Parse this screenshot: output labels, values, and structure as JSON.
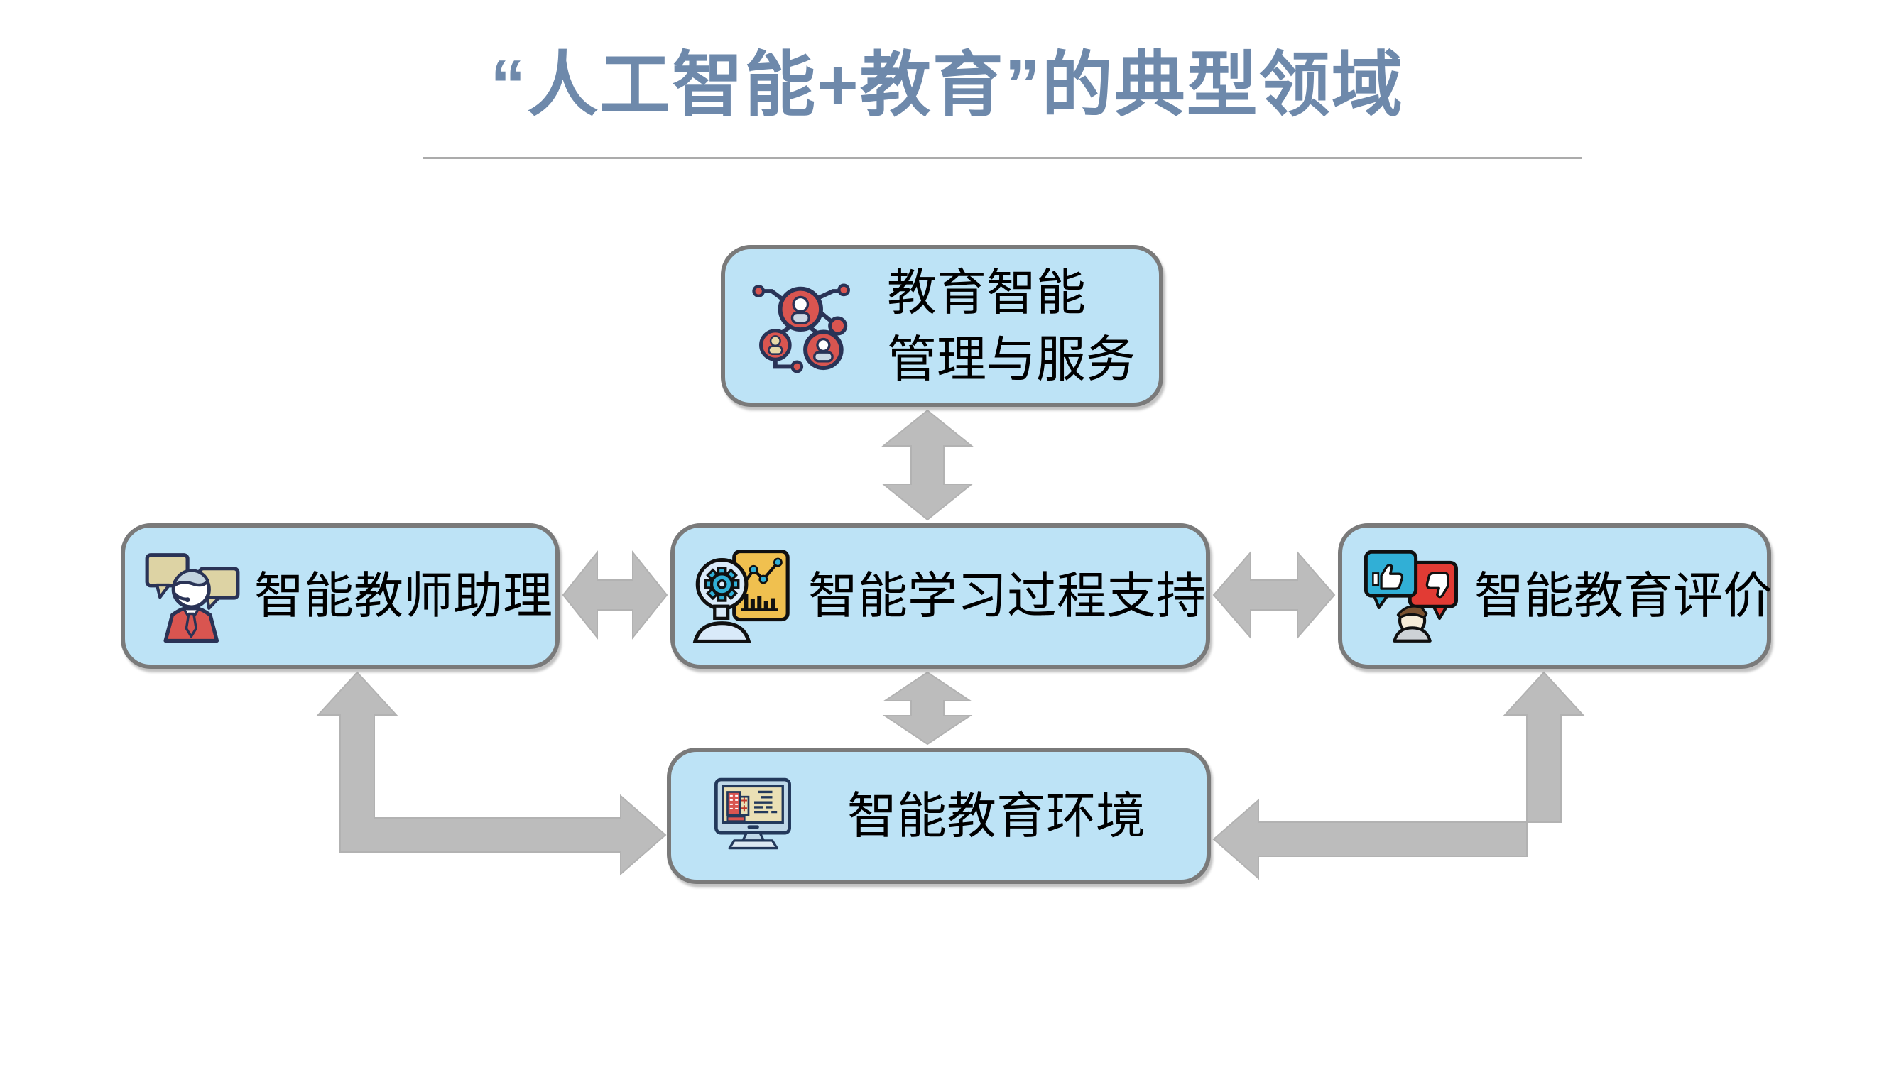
{
  "title": {
    "text": "“人工智能+教育”的典型领域"
  },
  "nodes": {
    "top": {
      "lines": [
        "教育智能",
        "管理与服务"
      ],
      "icon": "org-chart-people-icon"
    },
    "left": {
      "label": "智能教师助理",
      "icon": "teacher-assistant-icon"
    },
    "center": {
      "label": "智能学习过程支持",
      "icon": "head-gear-chart-icon"
    },
    "right": {
      "label": "智能教育评价",
      "icon": "thumbs-feedback-icon"
    },
    "bottom": {
      "label": "智能教育环境",
      "icon": "smart-classroom-monitor-icon"
    }
  },
  "connections": [
    {
      "from": "top",
      "to": "center",
      "style": "double-headed-vertical-arrow"
    },
    {
      "from": "left",
      "to": "center",
      "style": "double-headed-horizontal-arrow"
    },
    {
      "from": "center",
      "to": "right",
      "style": "double-headed-horizontal-arrow"
    },
    {
      "from": "center",
      "to": "bottom",
      "style": "double-headed-vertical-arrow"
    },
    {
      "from": "bottom",
      "to": "left",
      "style": "double-headed-elbow-arrow"
    },
    {
      "from": "bottom",
      "to": "right",
      "style": "double-headed-elbow-arrow"
    }
  ],
  "colors": {
    "node_fill": "#BDE3F6",
    "node_border": "#7A7A7A",
    "arrow": "#BCBCBC",
    "title": "#6E89AB",
    "divider": "#ABABAB",
    "icon_red": "#D95550",
    "icon_navy": "#2A3356",
    "icon_tan": "#DDD3A4",
    "icon_cyan": "#31AFD6",
    "icon_yellow": "#F0C04F"
  }
}
